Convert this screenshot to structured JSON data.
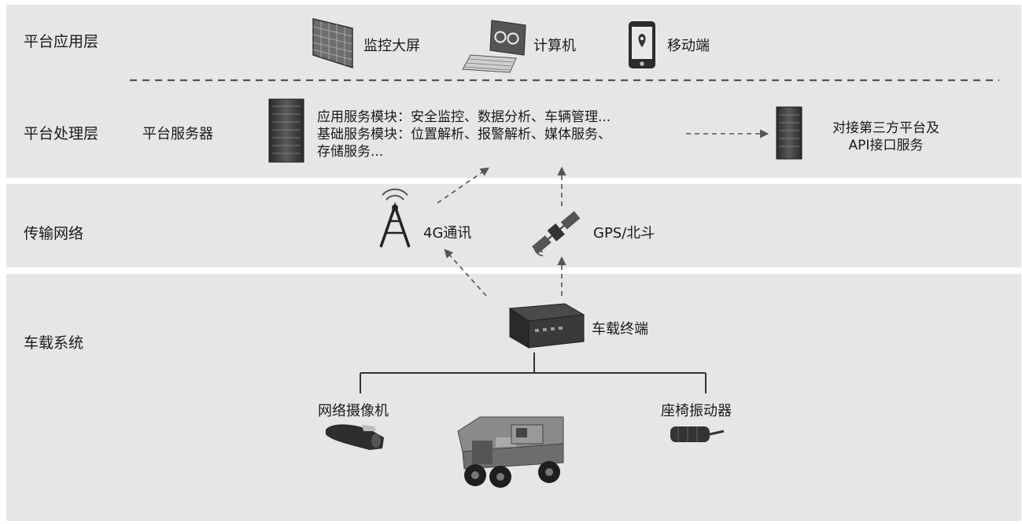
{
  "layers": {
    "application": "平台应用层",
    "processing": "平台处理层",
    "transport": "传输网络",
    "vehicle": "车载系统"
  },
  "application_nodes": {
    "monitor_wall": "监控大屏",
    "computer": "计算机",
    "mobile": "移动端"
  },
  "processing": {
    "server_label": "平台服务器",
    "app_modules": "应用服务模块：安全监控、数据分析、车辆管理...",
    "base_modules": "基础服务模块：位置解析、报警解析、媒体服务、",
    "storage": "存储服务...",
    "third_party_line1": "对接第三方平台及",
    "third_party_line2": "API接口服务"
  },
  "transport": {
    "cellular": "4G通讯",
    "satellite": "GPS/北斗"
  },
  "vehicle": {
    "terminal": "车载终端",
    "camera": "网络摄像机",
    "seat_vibrator": "座椅振动器"
  }
}
